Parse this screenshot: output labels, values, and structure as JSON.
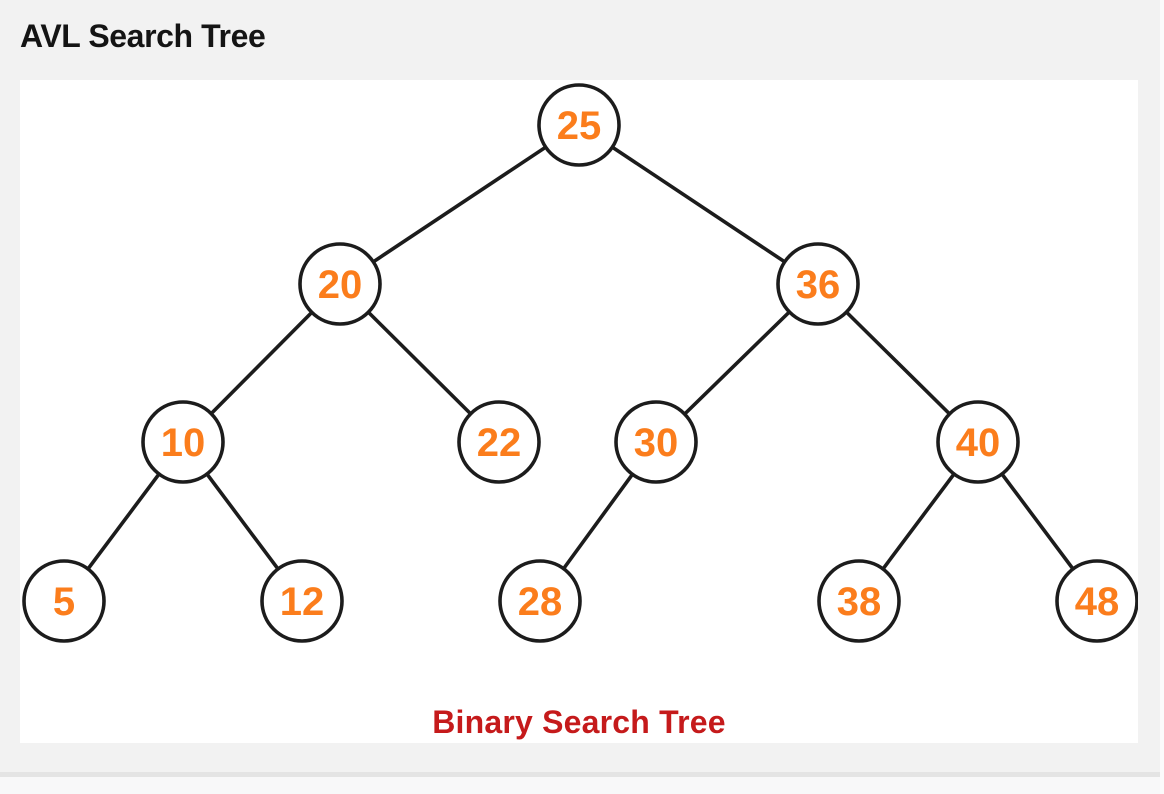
{
  "page": {
    "title": "AVL Search Tree"
  },
  "diagram": {
    "caption": "Binary Search Tree",
    "colors": {
      "node_value": "#fb7d1c",
      "node_outline": "#1c1c1c",
      "caption": "#c51a1b",
      "page_background": "#f2f2f2",
      "panel_background": "#ffffff"
    },
    "tree": {
      "type": "binary-search-tree",
      "root": "25",
      "nodes": [
        {
          "value": "25",
          "parent": null,
          "side": "root"
        },
        {
          "value": "20",
          "parent": "25",
          "side": "left"
        },
        {
          "value": "36",
          "parent": "25",
          "side": "right"
        },
        {
          "value": "10",
          "parent": "20",
          "side": "left"
        },
        {
          "value": "22",
          "parent": "20",
          "side": "right"
        },
        {
          "value": "30",
          "parent": "36",
          "side": "left"
        },
        {
          "value": "40",
          "parent": "36",
          "side": "right"
        },
        {
          "value": "5",
          "parent": "10",
          "side": "left"
        },
        {
          "value": "12",
          "parent": "10",
          "side": "right"
        },
        {
          "value": "28",
          "parent": "30",
          "side": "left"
        },
        {
          "value": "38",
          "parent": "40",
          "side": "left"
        },
        {
          "value": "48",
          "parent": "40",
          "side": "right"
        }
      ]
    }
  }
}
